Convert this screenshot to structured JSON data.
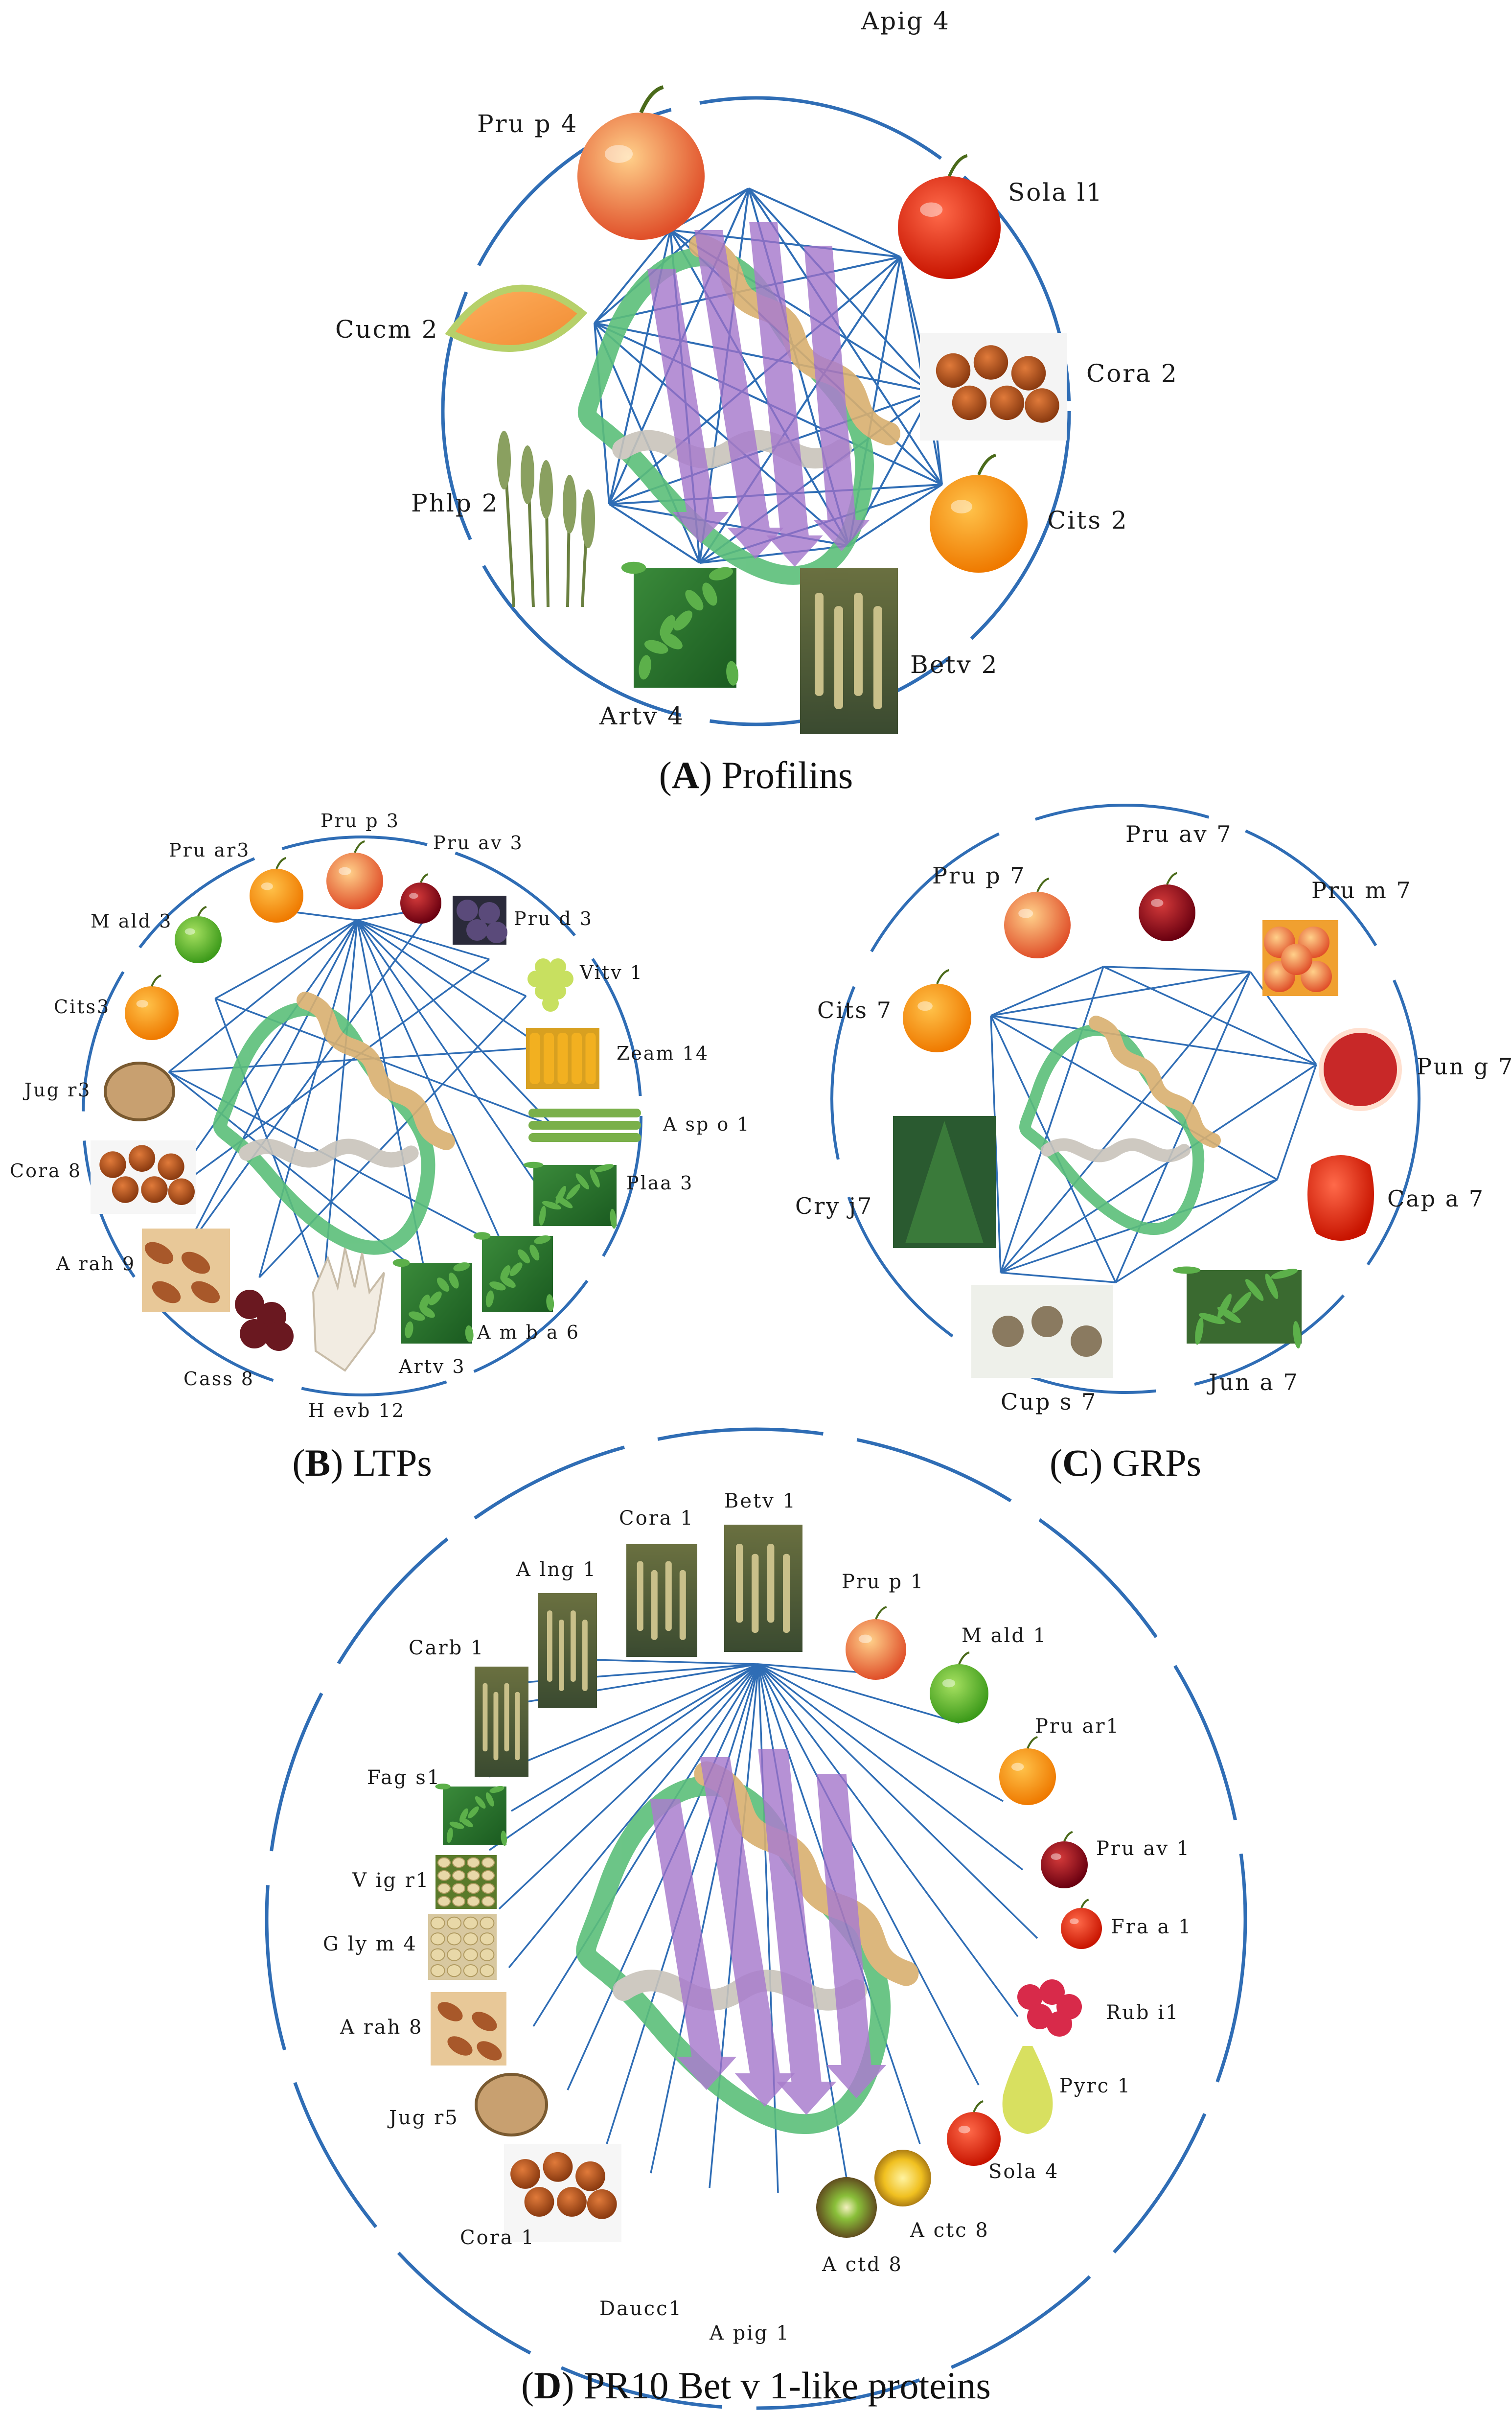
{
  "panels": {
    "A": {
      "caption_letter": "A",
      "caption_text": "Profilins",
      "labels": {
        "apig": "Apig 4",
        "prup": "Pru p 4",
        "sola": "Sola l1",
        "cucm": "Cucm 2",
        "cora": "Cora 2",
        "phlp": "Phlp 2",
        "cits": "Cits 2",
        "betv": "Betv 2",
        "artv": "Artv 4"
      }
    },
    "B": {
      "caption_letter": "B",
      "caption_text": "LTPs",
      "labels": {
        "prup": "Pru p 3",
        "pruar": "Pru ar3",
        "pruav": "Pru av 3",
        "mald": "M ald 3",
        "prud": "Pru d 3",
        "vitv": "Vitv 1",
        "cits": "Cits3",
        "zeam": "Zeam 14",
        "jugr": "Jug r3",
        "aspo": "A sp o 1",
        "cora": "Cora 8",
        "plaa": "Plaa 3",
        "arah": "A rah 9",
        "amba": "A m b a 6",
        "cass": "Cass 8",
        "artv": "Artv 3",
        "hevb": "H evb 12"
      }
    },
    "C": {
      "caption_letter": "C",
      "caption_text": "GRPs",
      "labels": {
        "pruav": "Pru av 7",
        "prup": "Pru p 7",
        "prum": "Pru m 7",
        "cits": "Cits 7",
        "pung": "Pun g 7",
        "cryj": "Cry j7",
        "capa": "Cap a 7",
        "cups": "Cup s 7",
        "juna": "Jun a 7"
      }
    },
    "D": {
      "caption_letter": "D",
      "caption_text": "PR10 Bet v 1-like proteins",
      "labels": {
        "betv": "Betv 1",
        "cora1": "Cora 1",
        "alng": "A lng 1",
        "prup": "Pru p 1",
        "carb": "Carb 1",
        "mald": "M ald 1",
        "pruar": "Pru ar1",
        "fags": "Fag s1",
        "pruav": "Pru av 1",
        "vigr": "V ig r1",
        "fraa": "Fra a 1",
        "glym": "G ly m  4",
        "rubi": "Rub i1",
        "arah": "A rah 8",
        "pyrc": "Pyrc 1",
        "jugr": "Jug r5",
        "sola": "Sola 4",
        "actc": "A ctc 8",
        "corab": "Cora 1",
        "actd": "A ctd 8",
        "daucc": "Daucc1",
        "apig": "A pig 1"
      }
    }
  },
  "colors": {
    "network": "#2f6db5",
    "circle": "#2f6db5",
    "protein_purple": "#a070c8",
    "protein_gold": "#d9b070",
    "protein_green": "#5cbf7a"
  }
}
